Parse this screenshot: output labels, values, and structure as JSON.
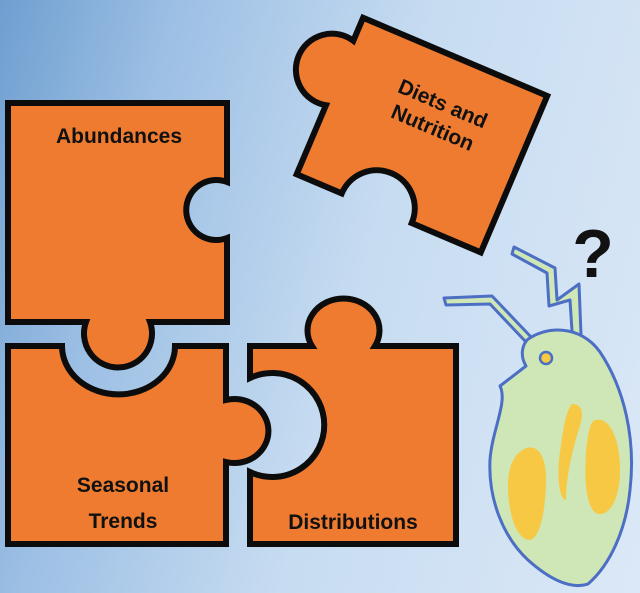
{
  "pieces": {
    "abundances": "Abundances",
    "diets_line1": "Diets and",
    "diets_line2": "Nutrition",
    "seasonal_line1": "Seasonal",
    "seasonal_line2": "Trends",
    "distributions": "Distributions"
  },
  "question_mark": "?",
  "colors": {
    "piece_fill": "#ee7b30",
    "piece_outline": "#0c0c0c",
    "background_start": "#6f9fd0",
    "background_end": "#dbe8f7",
    "organism_body": "#cfe7b7",
    "organism_outline": "#4c6fc5",
    "organism_spots": "#f7c843"
  },
  "icons": {
    "organism": "copepod-icon"
  }
}
